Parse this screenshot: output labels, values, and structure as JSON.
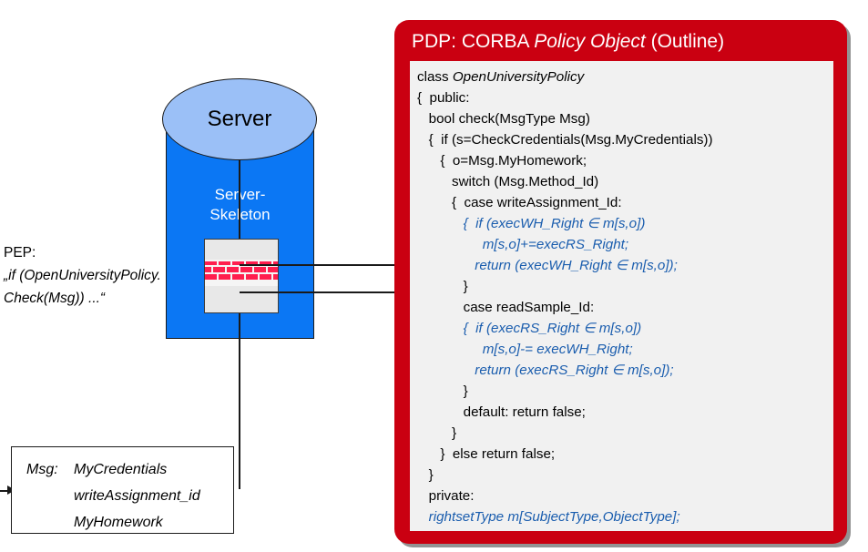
{
  "diagram": {
    "server": {
      "top_label": "Server",
      "skeleton_label_line1": "Server-",
      "skeleton_label_line2": "Skeleton",
      "body_color": "#0b77f4",
      "top_color": "#9bc0f7"
    },
    "pep": {
      "title": "PEP:",
      "quote_line1": "„if (OpenUniversityPolicy.",
      "quote_line2": "Check(Msg)) ...“"
    },
    "message_box": {
      "label": "Msg:",
      "fields": [
        "MyCredentials",
        "writeAssignment_id",
        "MyHomework"
      ]
    }
  },
  "pdp": {
    "title_prefix": "PDP: CORBA ",
    "title_italic": "Policy Object",
    "title_suffix": " (Outline)",
    "header_color": "#ca0011",
    "code_bg": "#f1f1f1",
    "blue_color": "#1a5dae",
    "code": [
      {
        "text": "class ",
        "italic_tail": "OpenUniversityPolicy",
        "blue": false
      },
      {
        "text": "{  public:",
        "blue": false
      },
      {
        "text": "   bool check(MsgType Msg)",
        "blue": false
      },
      {
        "text": "   {  if (s=CheckCredentials(Msg.MyCredentials))",
        "blue": false
      },
      {
        "text": "      {  o=Msg.MyHomework;",
        "blue": false
      },
      {
        "text": "         switch (Msg.Method_Id)",
        "blue": false
      },
      {
        "text": "         {  case writeAssignment_Id:",
        "blue": false
      },
      {
        "text": "            {  if (execWH_Right ∈ m[s,o])",
        "blue": true
      },
      {
        "text": "                 m[s,o]+=execRS_Right;",
        "blue": true
      },
      {
        "text": "               return (execWH_Right ∈ m[s,o]);",
        "blue": true
      },
      {
        "text": "            }",
        "blue": false
      },
      {
        "text": "            case readSample_Id:",
        "blue": false
      },
      {
        "text": "            {  if (execRS_Right ∈ m[s,o])",
        "blue": true
      },
      {
        "text": "                 m[s,o]-= execWH_Right;",
        "blue": true
      },
      {
        "text": "               return (execRS_Right ∈ m[s,o]);",
        "blue": true
      },
      {
        "text": "            }",
        "blue": false
      },
      {
        "text": "            default: return false;",
        "blue": false
      },
      {
        "text": "         }",
        "blue": false
      },
      {
        "text": "      }  else return false;",
        "blue": false
      },
      {
        "text": "   }",
        "blue": false
      },
      {
        "text": "   private:",
        "blue": false
      },
      {
        "text": "   rightsetType m[SubjectType,ObjectType];",
        "blue": true
      },
      {
        "text": "}",
        "blue": false
      }
    ]
  }
}
